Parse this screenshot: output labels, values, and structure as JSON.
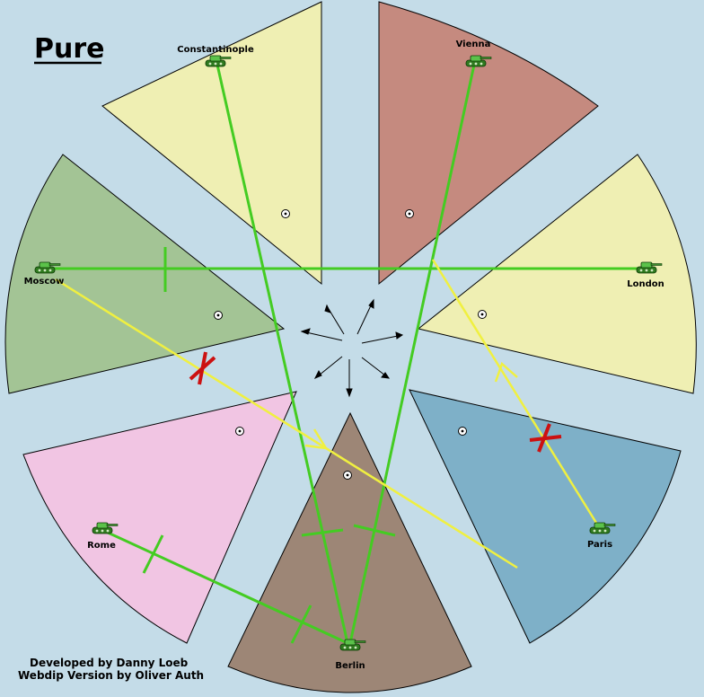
{
  "title": "Pure",
  "credits": [
    "Developed by Danny Loeb",
    "Webdip Version by Oliver Auth"
  ],
  "colors": {
    "background": "#c4dce8",
    "constantinople": "#efefb3",
    "vienna": "#c58a7f",
    "london": "#efefb3",
    "paris": "#7eb0c8",
    "berlin": "#9d8676",
    "rome": "#f1c5e3",
    "moscow": "#a3c495",
    "support": "#44cc22",
    "move": "#f0f040",
    "fail_mark": "#cc1111"
  },
  "territories": [
    {
      "id": "constantinople",
      "label": "Constantinople",
      "unit": "army",
      "supply_center": true
    },
    {
      "id": "vienna",
      "label": "Vienna",
      "unit": "army",
      "supply_center": true
    },
    {
      "id": "london",
      "label": "London",
      "unit": "army",
      "supply_center": true
    },
    {
      "id": "paris",
      "label": "Paris",
      "unit": "army",
      "supply_center": true
    },
    {
      "id": "berlin",
      "label": "Berlin",
      "unit": "army",
      "supply_center": true
    },
    {
      "id": "rome",
      "label": "Rome",
      "unit": "army",
      "supply_center": true
    },
    {
      "id": "moscow",
      "label": "Moscow",
      "unit": "army",
      "supply_center": true
    }
  ],
  "orders": [
    {
      "from": "moscow",
      "type": "support_hold",
      "target": "london"
    },
    {
      "from": "constantinople",
      "type": "support",
      "target": "berlin"
    },
    {
      "from": "vienna",
      "type": "support",
      "target": "berlin"
    },
    {
      "from": "rome",
      "type": "support",
      "target": "berlin"
    },
    {
      "from": "moscow",
      "type": "move",
      "target": "paris",
      "result": "failed"
    },
    {
      "from": "paris",
      "type": "move",
      "target": "london",
      "result": "failed"
    }
  ]
}
